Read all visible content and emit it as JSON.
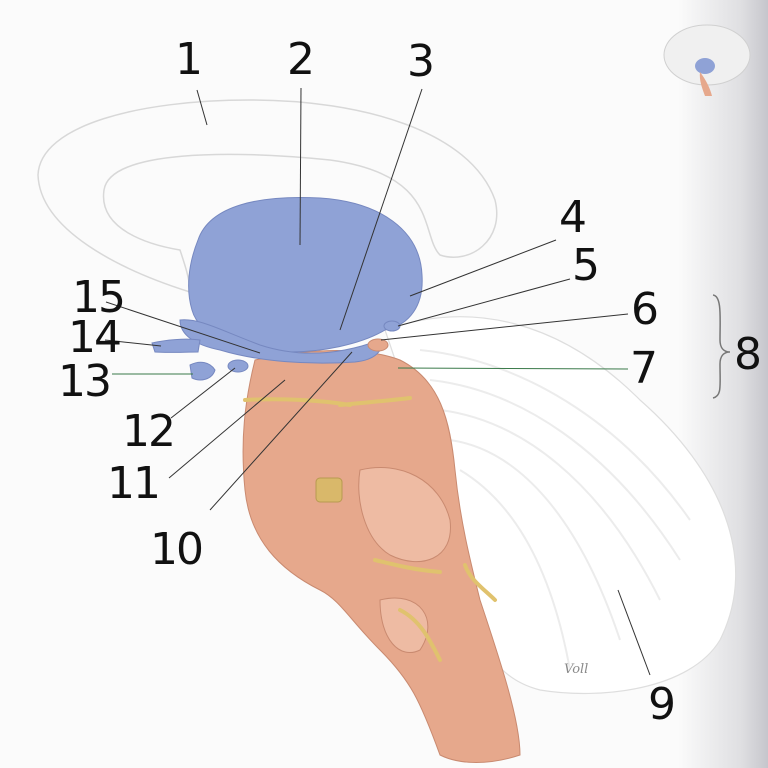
{
  "labels": [
    {
      "id": "1",
      "text": "1"
    },
    {
      "id": "2",
      "text": "2"
    },
    {
      "id": "3",
      "text": "3"
    },
    {
      "id": "4",
      "text": "4"
    },
    {
      "id": "5",
      "text": "5"
    },
    {
      "id": "6",
      "text": "6"
    },
    {
      "id": "7",
      "text": "7"
    },
    {
      "id": "8",
      "text": "8"
    },
    {
      "id": "9",
      "text": "9"
    },
    {
      "id": "10",
      "text": "10"
    },
    {
      "id": "11",
      "text": "11"
    },
    {
      "id": "12",
      "text": "12"
    },
    {
      "id": "13",
      "text": "13"
    },
    {
      "id": "14",
      "text": "14"
    },
    {
      "id": "15",
      "text": "15"
    }
  ],
  "signature": "Voll",
  "colors": {
    "diencephalon": "#8fa2d6",
    "brainstem": "#e6a88c",
    "nerves": "#e0c26e",
    "cerebellum": "#ffffff",
    "outline": "#d8d8d8"
  }
}
